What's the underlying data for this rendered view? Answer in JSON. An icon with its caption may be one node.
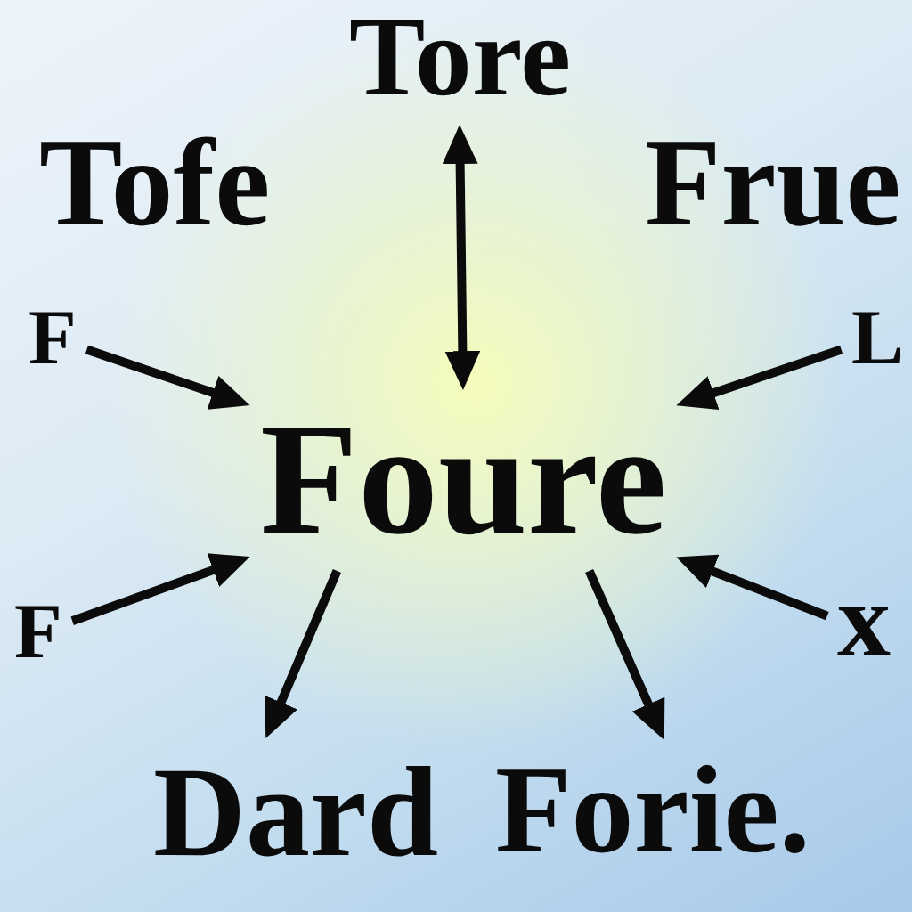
{
  "diagram": {
    "nodes": [
      {
        "text": [
          "Tore"
        ]
      },
      {
        "text": [
          "F"
        ]
      },
      {
        "text": [
          "L"
        ]
      },
      {
        "text": [
          "Foure"
        ]
      },
      {
        "text": [
          "F"
        ]
      },
      {
        "text": [
          "x"
        ]
      },
      {
        "text": [
          "Dard"
        ]
      },
      {
        "text": [
          "Forie."
        ]
      }
    ],
    "edges": [
      {
        "from": 0,
        "to": 3,
        "arrow": "both"
      },
      {
        "from": 1,
        "to": 3,
        "arrow": "to"
      },
      {
        "from": 2,
        "to": 3,
        "arrow": "to"
      },
      {
        "from": 4,
        "to": 3,
        "arrow": "to"
      },
      {
        "from": 5,
        "to": 3,
        "arrow": "to"
      },
      {
        "from": 3,
        "to": 6,
        "arrow": "to"
      },
      {
        "from": 3,
        "to": 7,
        "arrow": "to"
      }
    ],
    "labels": [
      "Tofe",
      "Frue"
    ]
  }
}
